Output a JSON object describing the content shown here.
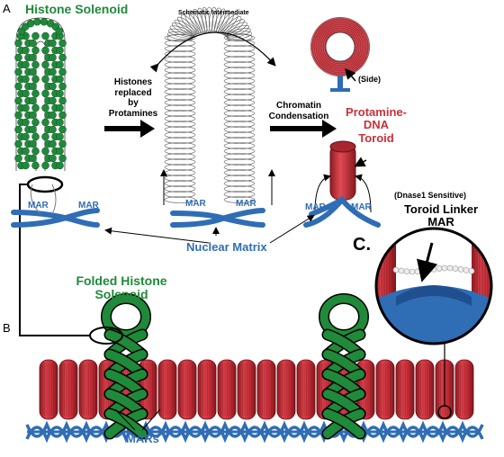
{
  "panels": {
    "a": "A",
    "b": "B",
    "c": "C."
  },
  "top": {
    "histone_solenoid": "Histone Solenoid",
    "schematic_intermediate": "Schematic Intermediate",
    "histones_replaced": [
      "Histones",
      "replaced",
      "by",
      "Protamines"
    ],
    "chromatin_condensation": [
      "Chromatin",
      "Condensation"
    ],
    "side": "(Side)",
    "toroid": [
      "Protamine-",
      "DNA",
      "Toroid"
    ],
    "mar": "MAR",
    "nuclear_matrix": "Nuclear Matrix"
  },
  "detail": {
    "dnase": "(Dnase1 Sensitive)",
    "toroid_linker": [
      "Toroid Linker",
      "MAR"
    ]
  },
  "bottom": {
    "folded": [
      "Folded Histone",
      "Solenoid"
    ],
    "mars": "MARs"
  },
  "colors": {
    "histone_green": "#1f8a3a",
    "toroid_red": "#c8303a",
    "dna_blue": "#2f6db5"
  }
}
